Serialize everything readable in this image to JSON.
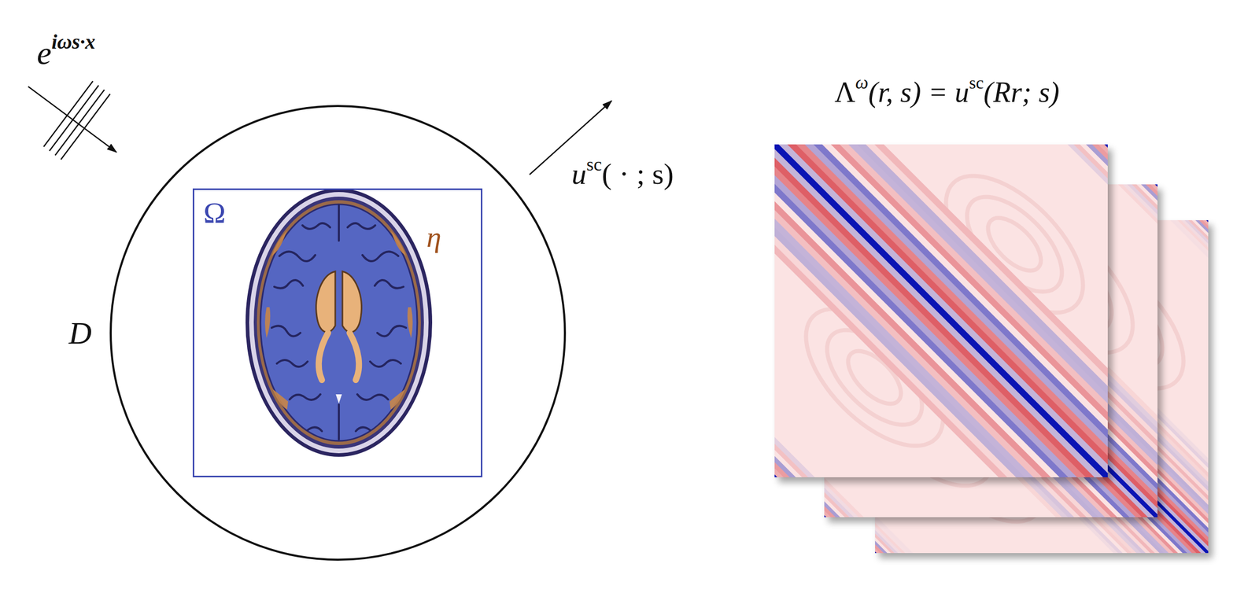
{
  "diagram": {
    "nodes": [
      {
        "text": [
          "D"
        ]
      },
      {
        "text": [
          "Ω"
        ],
        "in": 0
      }
    ],
    "labels": [
      "e",
      "iωs·x",
      "η",
      "u",
      "sc",
      "( · ; s)",
      "Λ",
      "ω",
      "(r, s) = u",
      "sc",
      "(Rr; s)"
    ]
  }
}
